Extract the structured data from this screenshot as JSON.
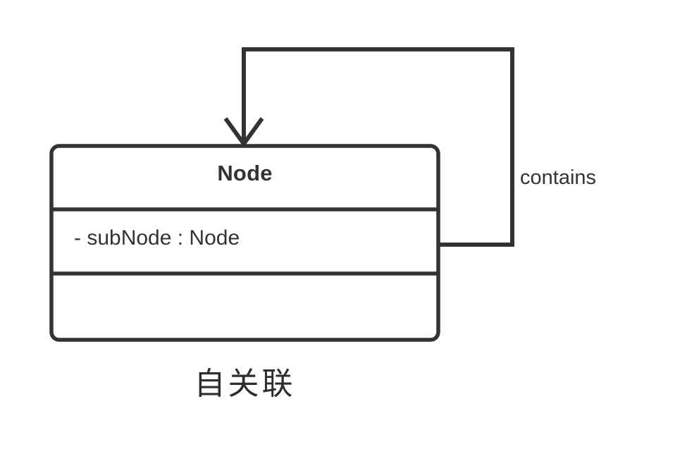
{
  "diagram": {
    "kind": "uml-class-diagram",
    "caption": "自关联",
    "background_color": "#ffffff",
    "stroke_color": "#333333",
    "text_color": "#333333"
  },
  "class_box": {
    "name": "Node",
    "attributes": [
      "- subNode : Node"
    ],
    "methods": []
  },
  "association": {
    "label": "contains",
    "type": "self-association",
    "arrow_head": "open-v",
    "source": "Node",
    "target": "Node"
  },
  "icons": {
    "arrow_head": "arrowhead-open-v-icon",
    "connector": "self-loop-connector-icon"
  }
}
